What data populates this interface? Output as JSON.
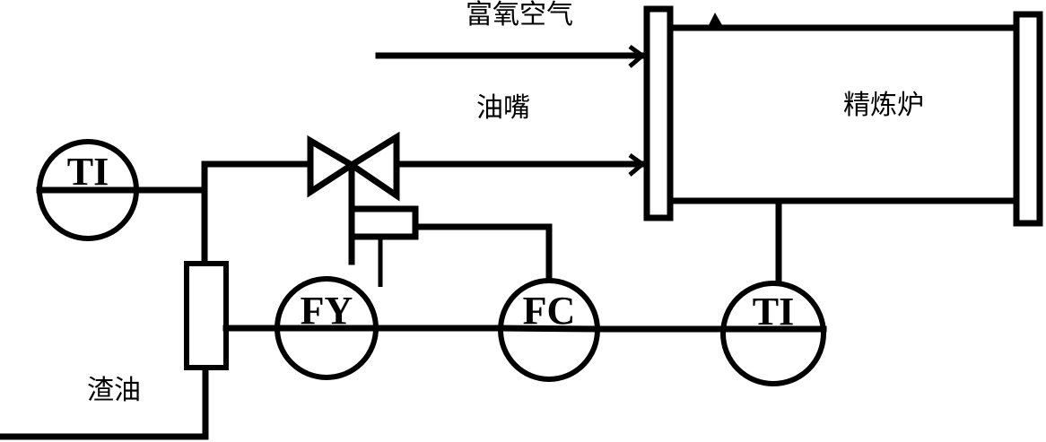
{
  "diagram": {
    "type": "process-control-schematic",
    "labels": {
      "oxygen_air": "富氧空气",
      "oil_nozzle": "油嘴",
      "refining_furnace": "精炼炉",
      "residual_oil": "渣油"
    },
    "instruments": [
      {
        "id": "ti_left",
        "tag": "TI",
        "role": "temperature indicator (oil line)"
      },
      {
        "id": "fy",
        "tag": "FY",
        "role": "flow relay/converter"
      },
      {
        "id": "fc",
        "tag": "FC",
        "role": "flow controller"
      },
      {
        "id": "ti_right",
        "tag": "TI",
        "role": "temperature indicator (furnace)"
      }
    ],
    "equipment": [
      {
        "id": "control_valve",
        "type": "pneumatic control valve"
      },
      {
        "id": "flow_meter",
        "type": "flow element"
      },
      {
        "id": "furnace",
        "type": "refining furnace"
      }
    ],
    "colors": {
      "line": "#000000",
      "background": "#ffffff"
    }
  }
}
